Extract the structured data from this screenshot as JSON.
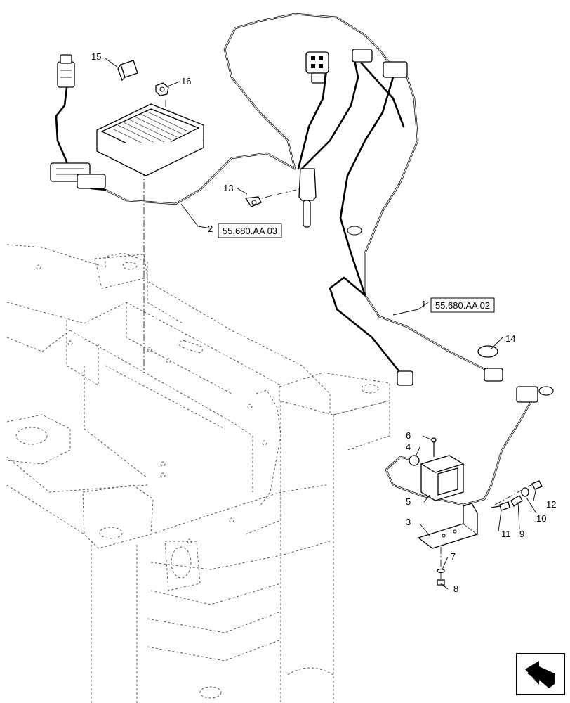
{
  "diagram": {
    "callouts": [
      {
        "id": "c1",
        "number": "1"
      },
      {
        "id": "c2",
        "number": "2"
      },
      {
        "id": "c3",
        "number": "3"
      },
      {
        "id": "c4",
        "number": "4"
      },
      {
        "id": "c5",
        "number": "5"
      },
      {
        "id": "c6",
        "number": "6"
      },
      {
        "id": "c7",
        "number": "7"
      },
      {
        "id": "c8",
        "number": "8"
      },
      {
        "id": "c9",
        "number": "9"
      },
      {
        "id": "c10",
        "number": "10"
      },
      {
        "id": "c11",
        "number": "11"
      },
      {
        "id": "c12",
        "number": "12"
      },
      {
        "id": "c13",
        "number": "13"
      },
      {
        "id": "c14",
        "number": "14"
      },
      {
        "id": "c15",
        "number": "15"
      },
      {
        "id": "c16",
        "number": "16"
      }
    ],
    "references": {
      "harness_1": "55.680.AA 02",
      "harness_2": "55.680.AA 03"
    },
    "nav_icon": "next-page-arrow-icon"
  }
}
